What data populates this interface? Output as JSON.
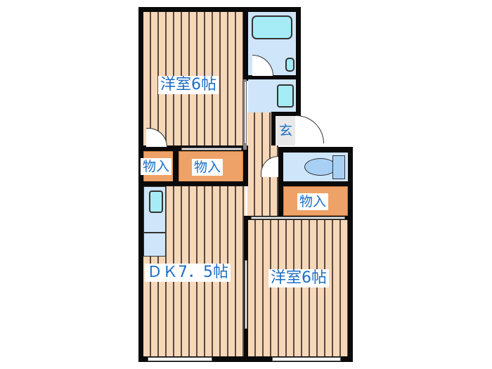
{
  "floor_plan": {
    "rooms": {
      "western_room_north": {
        "label": "洋室6帖"
      },
      "western_room_south": {
        "label": "洋室6帖"
      },
      "dining_kitchen": {
        "label": "ＤＫ7．5帖"
      },
      "entrance": {
        "label": "玄"
      },
      "storage_small": {
        "label": "物入"
      },
      "storage_center": {
        "label": "物入"
      },
      "storage_east": {
        "label": "物入"
      }
    },
    "colors": {
      "floor": "#f6d7b8",
      "floor_stripe": "#5a4a40",
      "wet_area": "#cfe5fa",
      "fixture": "#a6ecf6",
      "storage": "#eea267",
      "wall": "#0a0a0a",
      "label_text": "#1b6fc4"
    }
  }
}
